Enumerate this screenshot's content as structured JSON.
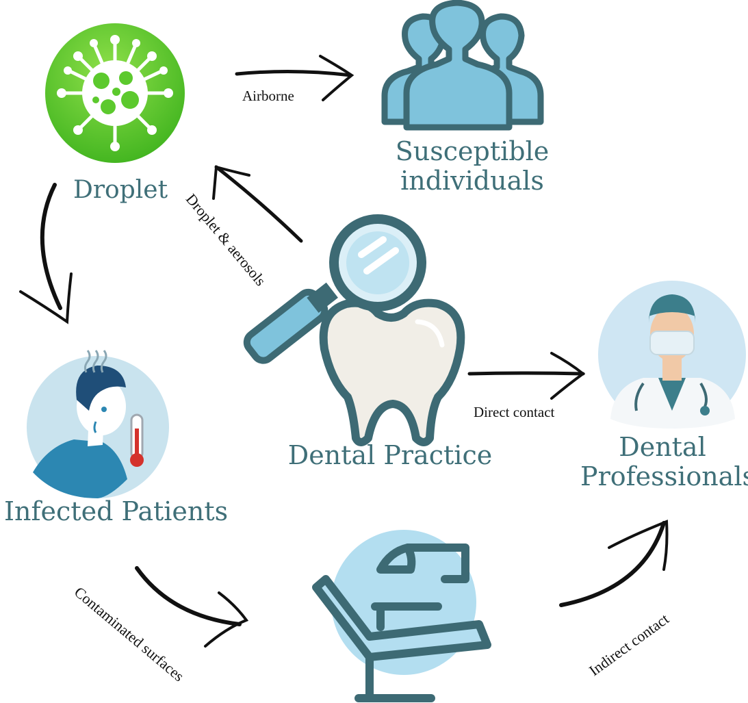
{
  "nodes": {
    "droplet": {
      "label": "Droplet"
    },
    "susceptible": {
      "label_line1": "Susceptible",
      "label_line2": "individuals"
    },
    "dental_practice": {
      "label": "Dental Practice"
    },
    "dental_professionals": {
      "label_line1": "Dental",
      "label_line2": "Professionals"
    },
    "infected_patients": {
      "label": "Infected Patients"
    }
  },
  "edges": {
    "airborne": "Airborne",
    "droplet_aerosols": "Droplet & aerosols",
    "direct_contact": "Direct contact",
    "contaminated_surfaces": "Contaminated surfaces",
    "indirect_contact": "Indirect contact"
  },
  "colors": {
    "label_teal": "#3f6f78",
    "icon_outline": "#3d6a74",
    "icon_fill_blue": "#7fc3dc",
    "light_blue_bg": "#b3def0",
    "droplet_green": "#5cc92d",
    "tooth_fill": "#f1eee7",
    "arrow": "#111111"
  },
  "icons": {
    "droplet": "virus-icon",
    "susceptible": "people-group-icon",
    "dental_practice": "tooth-magnifier-icon",
    "dental_professionals": "dentist-icon",
    "infected_patients": "sick-patient-icon",
    "dental_chair": "dental-chair-icon"
  }
}
